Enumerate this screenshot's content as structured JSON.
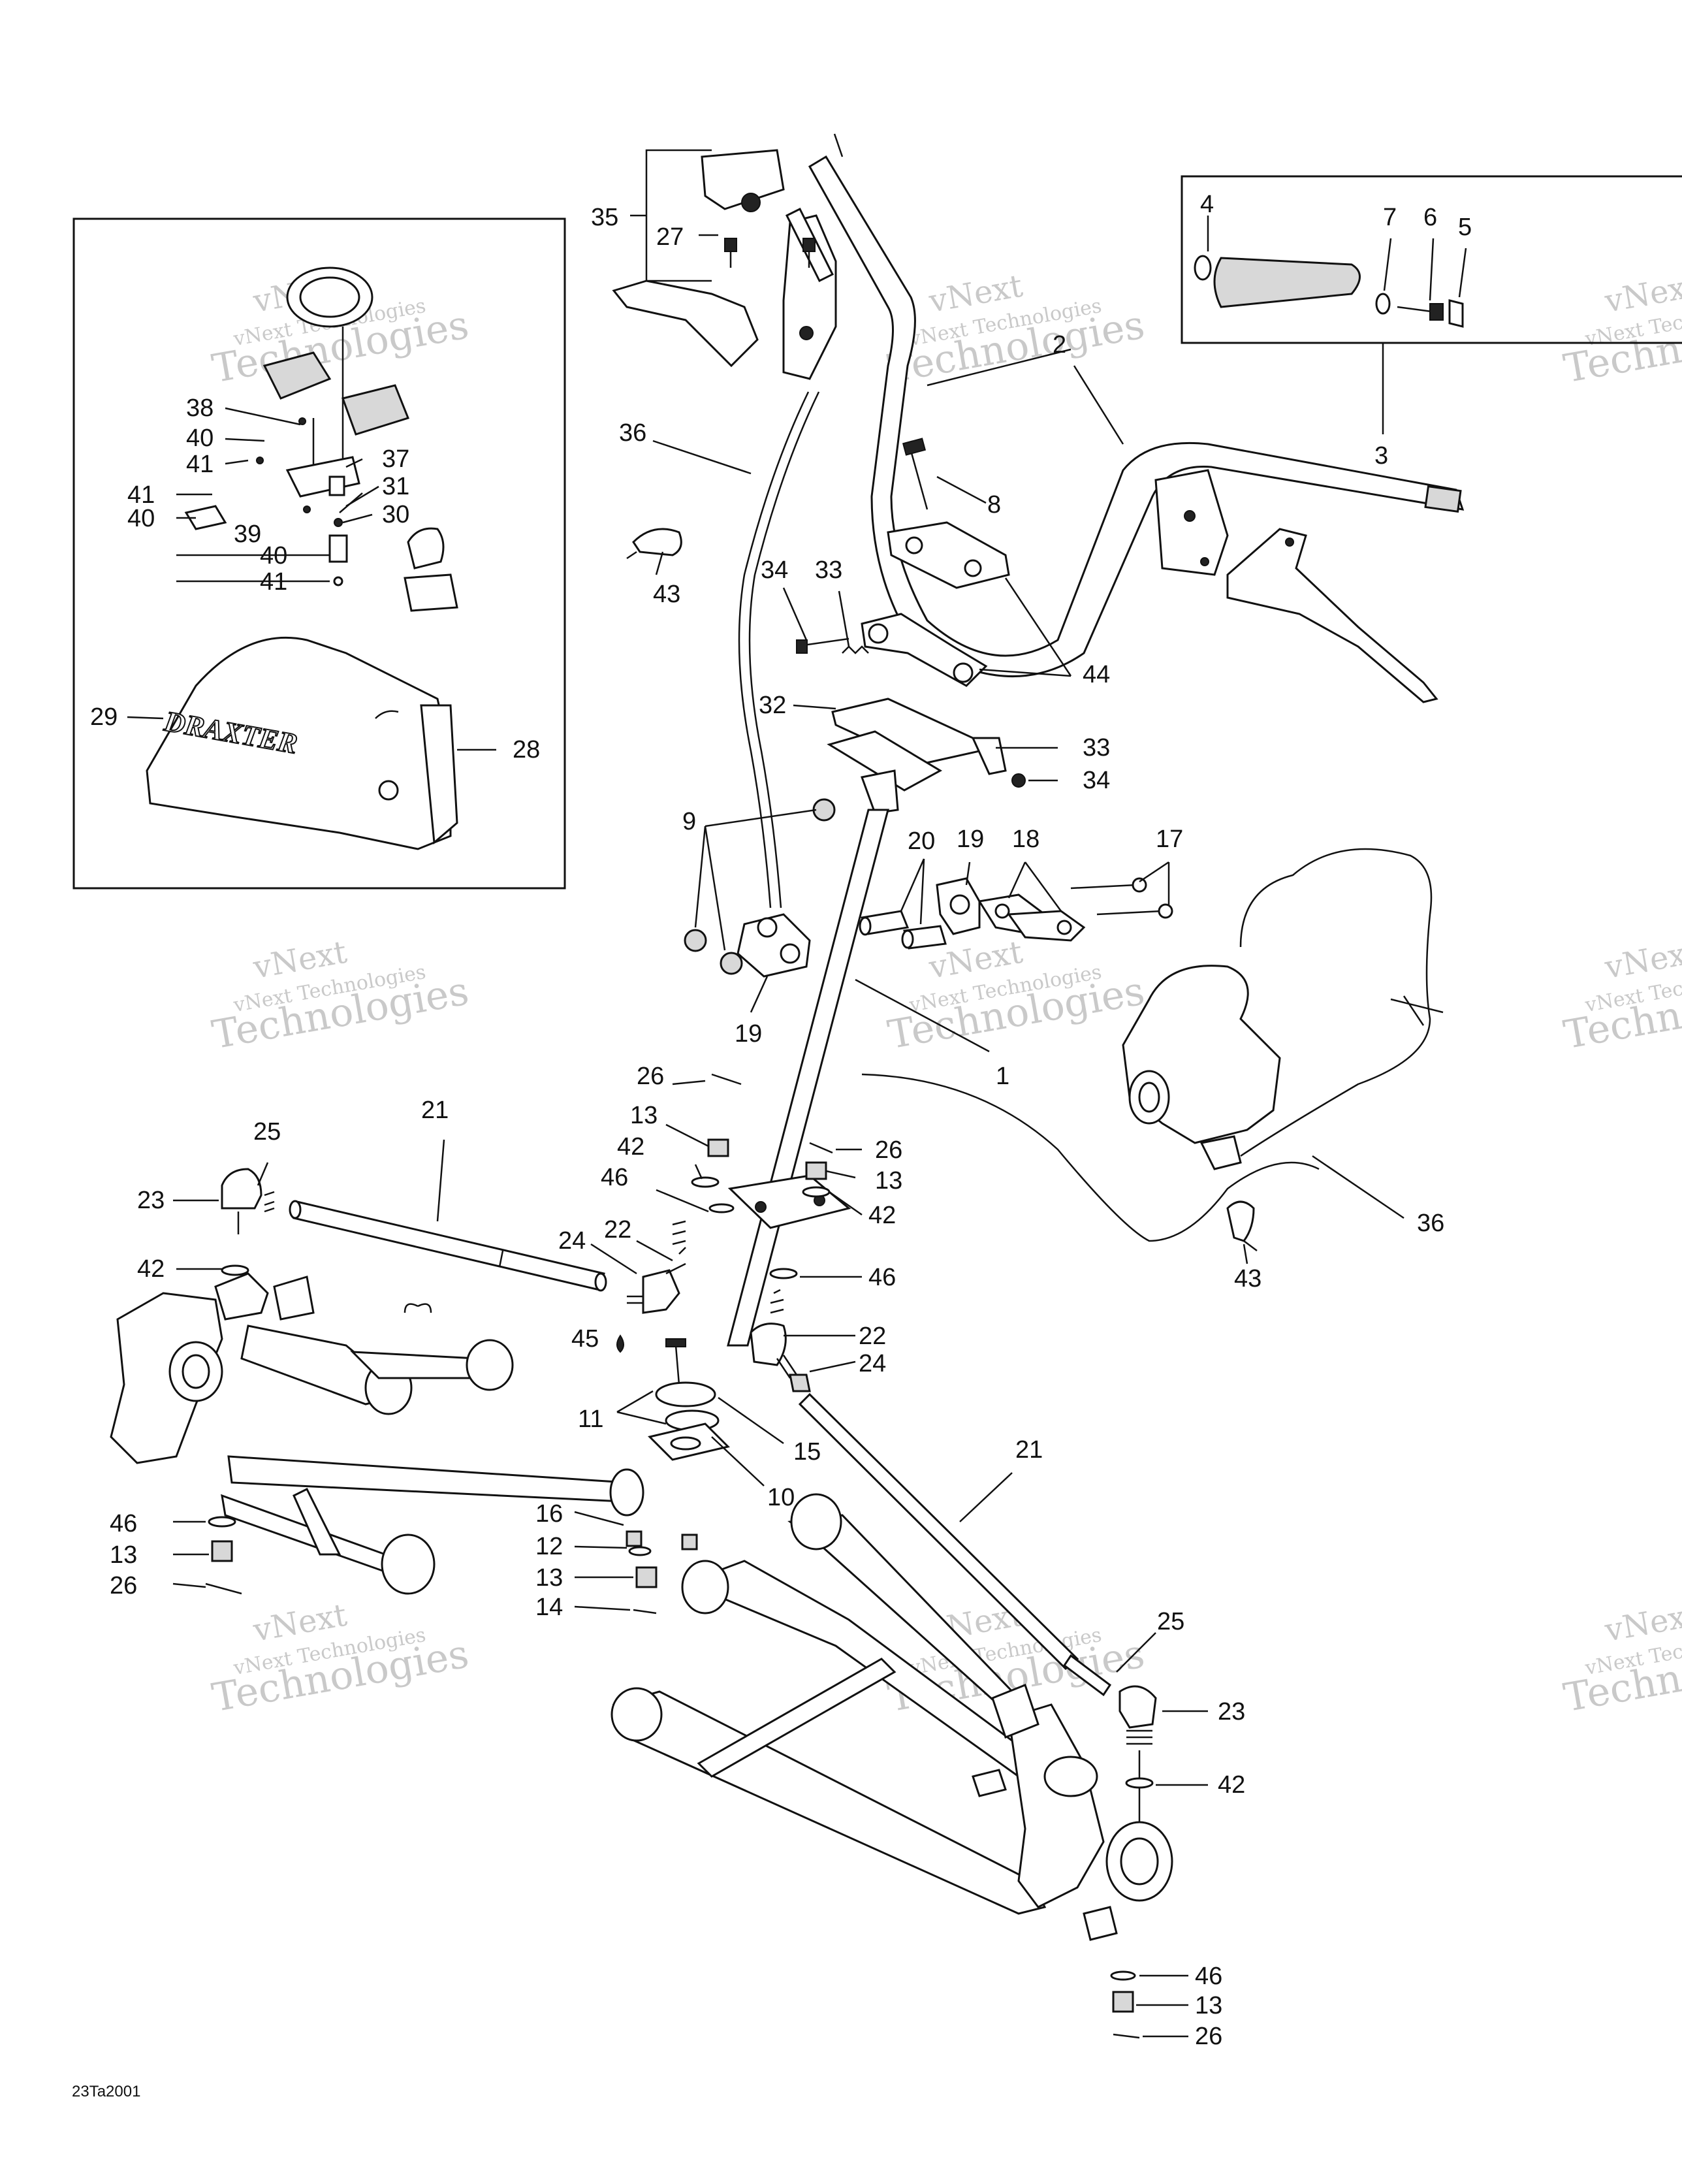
{
  "watermark": {
    "line1": "vNext",
    "line2": "Technologies",
    "line3": "vNext Technologies"
  },
  "diagram_code": "23Ta2001",
  "logo_text": "DRAXTER",
  "callouts": [
    {
      "id": "35",
      "text": "35"
    },
    {
      "id": "27",
      "text": "27"
    },
    {
      "id": "2",
      "text": "2"
    },
    {
      "id": "4",
      "text": "4"
    },
    {
      "id": "7",
      "text": "7"
    },
    {
      "id": "6",
      "text": "6"
    },
    {
      "id": "5",
      "text": "5"
    },
    {
      "id": "3",
      "text": "3"
    },
    {
      "id": "36a",
      "text": "36"
    },
    {
      "id": "8",
      "text": "8"
    },
    {
      "id": "43a",
      "text": "43"
    },
    {
      "id": "34a",
      "text": "34"
    },
    {
      "id": "33a",
      "text": "33"
    },
    {
      "id": "44",
      "text": "44"
    },
    {
      "id": "32",
      "text": "32"
    },
    {
      "id": "33b",
      "text": "33"
    },
    {
      "id": "34b",
      "text": "34"
    },
    {
      "id": "38",
      "text": "38"
    },
    {
      "id": "40a",
      "text": "40"
    },
    {
      "id": "41a",
      "text": "41"
    },
    {
      "id": "37",
      "text": "37"
    },
    {
      "id": "41b",
      "text": "41"
    },
    {
      "id": "31",
      "text": "31"
    },
    {
      "id": "40b",
      "text": "40"
    },
    {
      "id": "39",
      "text": "39"
    },
    {
      "id": "30",
      "text": "30"
    },
    {
      "id": "40c",
      "text": "40"
    },
    {
      "id": "41c",
      "text": "41"
    },
    {
      "id": "29",
      "text": "29"
    },
    {
      "id": "28",
      "text": "28"
    },
    {
      "id": "9",
      "text": "9"
    },
    {
      "id": "20",
      "text": "20"
    },
    {
      "id": "19a",
      "text": "19"
    },
    {
      "id": "18",
      "text": "18"
    },
    {
      "id": "17",
      "text": "17"
    },
    {
      "id": "19b",
      "text": "19"
    },
    {
      "id": "1",
      "text": "1"
    },
    {
      "id": "26a",
      "text": "26"
    },
    {
      "id": "13a",
      "text": "13"
    },
    {
      "id": "42a",
      "text": "42"
    },
    {
      "id": "46a",
      "text": "46"
    },
    {
      "id": "26b",
      "text": "26"
    },
    {
      "id": "13b",
      "text": "13"
    },
    {
      "id": "42b",
      "text": "42"
    },
    {
      "id": "25a",
      "text": "25"
    },
    {
      "id": "21a",
      "text": "21"
    },
    {
      "id": "23a",
      "text": "23"
    },
    {
      "id": "24a",
      "text": "24"
    },
    {
      "id": "22a",
      "text": "22"
    },
    {
      "id": "46b",
      "text": "46"
    },
    {
      "id": "42c",
      "text": "42"
    },
    {
      "id": "36b",
      "text": "36"
    },
    {
      "id": "43b",
      "text": "43"
    },
    {
      "id": "45",
      "text": "45"
    },
    {
      "id": "22b",
      "text": "22"
    },
    {
      "id": "24b",
      "text": "24"
    },
    {
      "id": "11",
      "text": "11"
    },
    {
      "id": "15",
      "text": "15"
    },
    {
      "id": "21b",
      "text": "21"
    },
    {
      "id": "10",
      "text": "10"
    },
    {
      "id": "46c",
      "text": "46"
    },
    {
      "id": "16",
      "text": "16"
    },
    {
      "id": "13c",
      "text": "13"
    },
    {
      "id": "12",
      "text": "12"
    },
    {
      "id": "13d",
      "text": "13"
    },
    {
      "id": "26c",
      "text": "26"
    },
    {
      "id": "14",
      "text": "14"
    },
    {
      "id": "25b",
      "text": "25"
    },
    {
      "id": "23b",
      "text": "23"
    },
    {
      "id": "42d",
      "text": "42"
    },
    {
      "id": "46d",
      "text": "46"
    },
    {
      "id": "13e",
      "text": "13"
    },
    {
      "id": "26d",
      "text": "26"
    }
  ]
}
